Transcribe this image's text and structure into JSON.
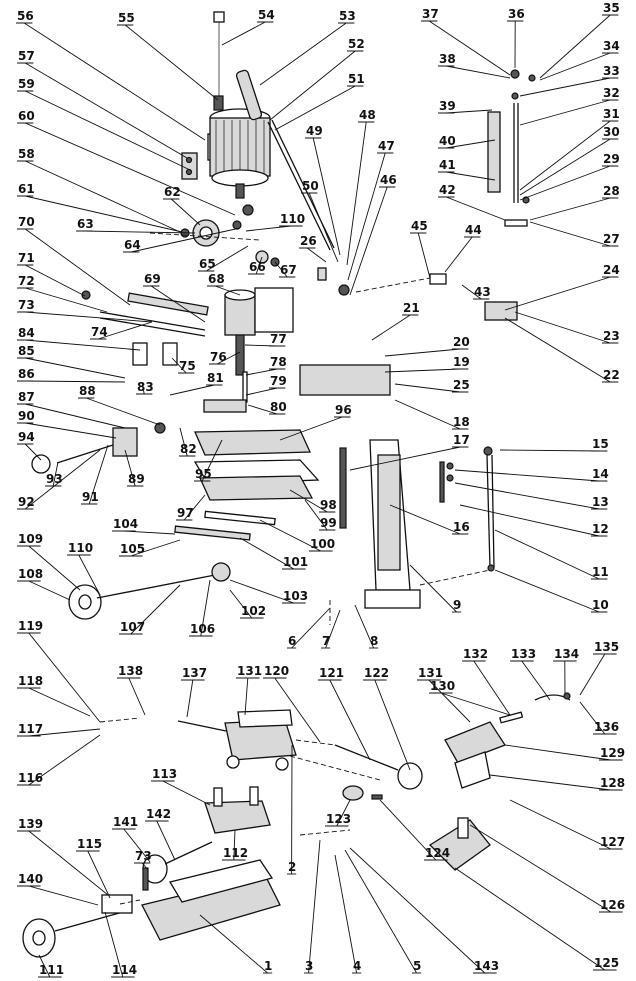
{
  "diagram": {
    "type": "exploded-parts-diagram",
    "part_numbers": [
      "1",
      "2",
      "3",
      "4",
      "5",
      "6",
      "7",
      "8",
      "9",
      "10",
      "11",
      "12",
      "13",
      "14",
      "15",
      "16",
      "17",
      "18",
      "19",
      "20",
      "21",
      "22",
      "23",
      "24",
      "25",
      "26",
      "27",
      "28",
      "29",
      "30",
      "31",
      "32",
      "33",
      "34",
      "35",
      "36",
      "37",
      "38",
      "39",
      "40",
      "41",
      "42",
      "43",
      "44",
      "45",
      "46",
      "47",
      "48",
      "49",
      "50",
      "51",
      "52",
      "53",
      "54",
      "55",
      "56",
      "57",
      "58",
      "59",
      "60",
      "61",
      "62",
      "63",
      "64",
      "65",
      "66",
      "67",
      "68",
      "69",
      "70",
      "71",
      "72",
      "73",
      "74",
      "75",
      "76",
      "77",
      "78",
      "79",
      "80",
      "81",
      "82",
      "83",
      "84",
      "85",
      "86",
      "87",
      "88",
      "89",
      "90",
      "91",
      "92",
      "93",
      "94",
      "95",
      "96",
      "97",
      "98",
      "99",
      "100",
      "101",
      "102",
      "103",
      "104",
      "105",
      "106",
      "107",
      "108",
      "109",
      "110",
      "111",
      "112",
      "113",
      "114",
      "115",
      "116",
      "117",
      "118",
      "119",
      "120",
      "121",
      "122",
      "123",
      "124",
      "125",
      "126",
      "127",
      "128",
      "129",
      "130",
      "131",
      "132",
      "133",
      "134",
      "135",
      "136",
      "137",
      "138",
      "139",
      "140",
      "141",
      "142",
      "143"
    ],
    "repeated_labels": [
      "73",
      "110",
      "131"
    ]
  },
  "components": {
    "motor": "motor-icon",
    "handwheel": "handwheel-icon",
    "column": "column-casting-icon",
    "gearbox": "gear-icon",
    "base": "base-casting-icon",
    "table": "work-table-icon",
    "vise": "vise-icon"
  }
}
